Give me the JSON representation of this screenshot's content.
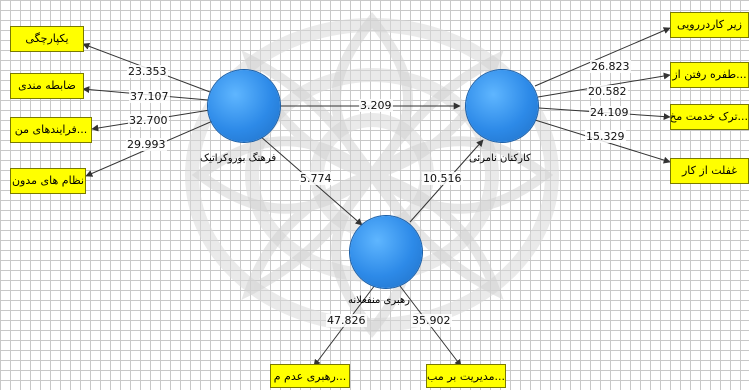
{
  "constructs": {
    "bureaucratic_culture": {
      "label": "فرهنگ بوروکراتیک",
      "color": "#2d8ae8"
    },
    "deviant_employees": {
      "label": "کارکنان نامرئی",
      "color": "#2d8ae8"
    },
    "self_interested_leadership": {
      "label": "رهبری منفعلانه",
      "color": "#2d8ae8"
    }
  },
  "indicators": {
    "uniformity": "یکپارچگی",
    "formality": "ضابطه مندی",
    "processes": "...فرایندهای من",
    "written_rules": "نظام های مدون",
    "shirking": "زیر کاردررویی",
    "evading": "...طفره رفتن از",
    "service_leaving": "...ترک خدمت مخ",
    "negligence": "غفلت از کار",
    "lack_of_leadership": "...رهبری عدم م",
    "exception_management": "...مدیریت بر مب"
  },
  "coefficients": {
    "uniformity": "23.353",
    "formality": "37.107",
    "processes": "32.700",
    "written_rules": "29.993",
    "shirking": "26.823",
    "evading": "20.582",
    "service_leaving": "24.109",
    "negligence": "15.329",
    "culture_to_employees": "3.209",
    "culture_to_leadership": "5.774",
    "leadership_to_employees": "10.516",
    "lack_of_leadership": "47.826",
    "exception_management": "35.902"
  },
  "colors": {
    "indicator_fill": "#ffff00",
    "construct_fill": "#2d8ae8",
    "arrow": "#333333"
  }
}
